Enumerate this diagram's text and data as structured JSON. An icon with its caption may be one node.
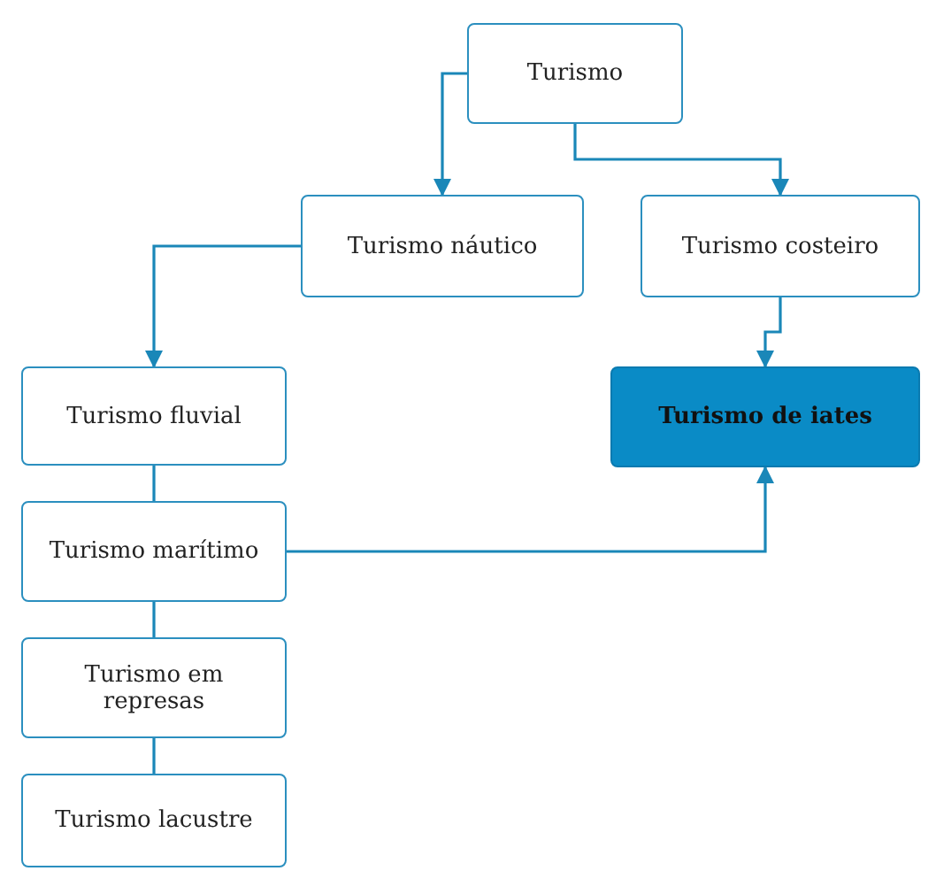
{
  "diagram": {
    "nodes": [
      {
        "text": [
          "Turismo"
        ]
      },
      {
        "text": [
          "Turismo náutico"
        ]
      },
      {
        "text": [
          "Turismo costeiro"
        ]
      },
      {
        "text": [
          "Turismo fluvial"
        ]
      },
      {
        "text": [
          "Turismo de iates"
        ]
      },
      {
        "text": [
          "Turismo marítimo"
        ]
      },
      {
        "text": [
          "Turismo em represas"
        ]
      },
      {
        "text": [
          "Turismo lacustre"
        ]
      }
    ],
    "edges": [
      {
        "from": 0,
        "to": 1,
        "arrow": "to"
      },
      {
        "from": 0,
        "to": 2,
        "arrow": "to"
      },
      {
        "from": 1,
        "to": 3,
        "arrow": "to"
      },
      {
        "from": 2,
        "to": 4,
        "arrow": "to"
      },
      {
        "from": 3,
        "to": 5,
        "arrow": "none"
      },
      {
        "from": 5,
        "to": 6,
        "arrow": "none"
      },
      {
        "from": 6,
        "to": 7,
        "arrow": "none"
      },
      {
        "from": 5,
        "to": 4,
        "arrow": "to"
      }
    ]
  }
}
